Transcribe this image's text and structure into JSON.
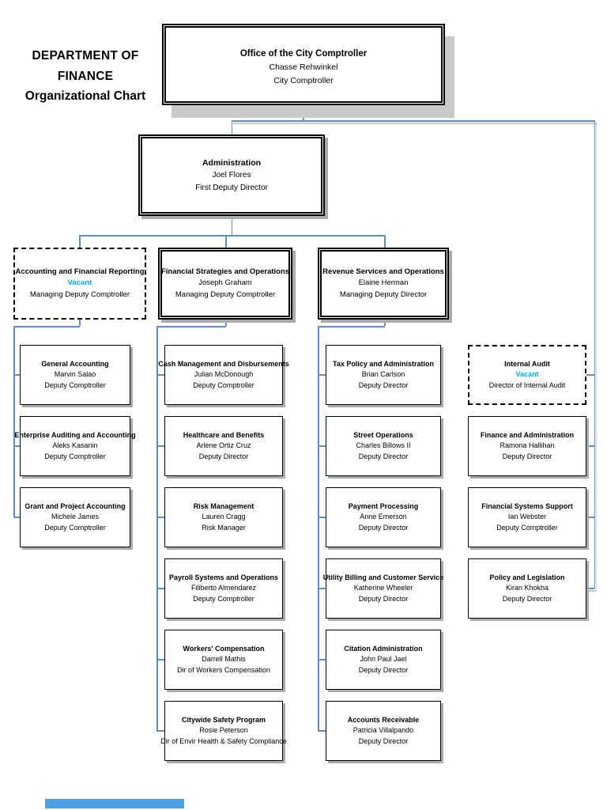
{
  "page": {
    "title_line1": "DEPARTMENT OF FINANCE",
    "title_line2": "Organizational Chart"
  },
  "colors": {
    "connector_blue": "#5b8fd0",
    "vacant_text": "#00b0f0",
    "box_shadow_gray": "#ababab",
    "root_shadow_gray": "#c9c9c9",
    "bottom_bar_blue": "#4f9fe3"
  },
  "org": {
    "root": {
      "title": "Office of the City Comptroller",
      "name": "Chasse Rehwinkel",
      "role": "City Comptroller"
    },
    "admin": {
      "title": "Administration",
      "name": "Joel Flores",
      "role": "First Deputy Director"
    },
    "level3": [
      {
        "title": "Accounting and Financial Reporting",
        "name": "Vacant",
        "role": "Managing Deputy Comptroller",
        "vacant": true
      },
      {
        "title": "Financial Strategies and Operations",
        "name": "Joseph Graham",
        "role": "Managing Deputy Comptroller",
        "vacant": false
      },
      {
        "title": "Revenue Services and Operations",
        "name": "Elaine Herman",
        "role": "Managing Deputy Director",
        "vacant": false
      }
    ],
    "columns": [
      {
        "parent": "Accounting and Financial Reporting",
        "boxes": [
          {
            "title": "General Accounting",
            "name": "Marvin Salao",
            "role": "Deputy Comptroller"
          },
          {
            "title": "Enterprise Auditing and Accounting",
            "name": "Aleks Kasanin",
            "role": "Deputy Comptroller"
          },
          {
            "title": "Grant and Project Accounting",
            "name": "Michele James",
            "role": "Deputy Comptroller"
          }
        ]
      },
      {
        "parent": "Financial Strategies and Operations",
        "boxes": [
          {
            "title": "Cash Management and Disbursements",
            "name": "Julian McDonough",
            "role": "Deputy Comptroller"
          },
          {
            "title": "Healthcare and Benefits",
            "name": "Arlene Ortiz Cruz",
            "role": "Deputy Director"
          },
          {
            "title": "Risk Management",
            "name": "Lauren Cragg",
            "role": "Risk Manager"
          },
          {
            "title": "Payroll Systems and Operations",
            "name": "Filiberto Almendarez",
            "role": "Deputy Comptroller"
          },
          {
            "title": "Workers' Compensation",
            "name": "Darrell Mathis",
            "role": "Dir of Workers Compensation"
          },
          {
            "title": "Citywide Safety Program",
            "name": "Rosie Peterson",
            "role": "Dir of Envir Health & Safety Compliance"
          }
        ]
      },
      {
        "parent": "Revenue Services and Operations",
        "boxes": [
          {
            "title": "Tax Policy and Administration",
            "name": "Brian Carlson",
            "role": "Deputy Director"
          },
          {
            "title": "Street Operations",
            "name": "Charles Billows II",
            "role": "Deputy Director"
          },
          {
            "title": "Payment Processing",
            "name": "Anne Emerson",
            "role": "Deputy Director"
          },
          {
            "title": "Utility Billing and Customer Service",
            "name": "Katherine Wheeler",
            "role": "Deputy Director"
          },
          {
            "title": "Citation Administration",
            "name": "John Paul Jael",
            "role": "Deputy Director"
          },
          {
            "title": "Accounts Receivable",
            "name": "Patricia Villalpando",
            "role": "Deputy Director"
          }
        ]
      },
      {
        "parent": "Office of the City Comptroller",
        "boxes": [
          {
            "title": "Internal Audit",
            "name": "Vacant",
            "role": "Director of Internal Audit",
            "vacant": true
          },
          {
            "title": "Finance and Administration",
            "name": "Ramona Hallihan",
            "role": "Deputy Director"
          },
          {
            "title": "Financial Systems Support",
            "name": "Ian Webster",
            "role": "Deputy Comptroller"
          },
          {
            "title": "Policy and Legislation",
            "name": "Kiran Khokha",
            "role": "Deputy Director"
          }
        ]
      }
    ]
  }
}
